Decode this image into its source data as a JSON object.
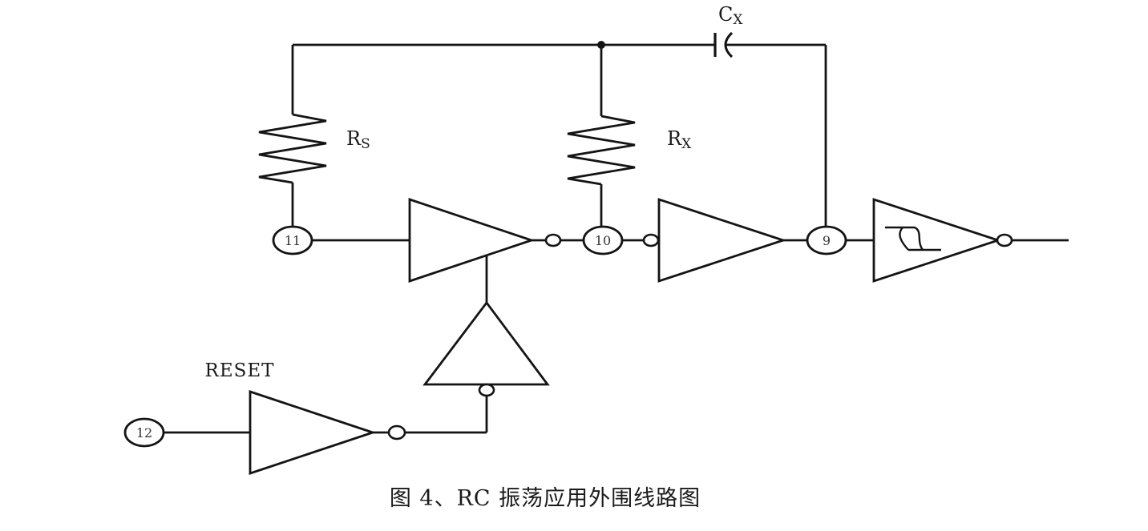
{
  "figure": {
    "caption": "图 4、RC 振荡应用外围线路图"
  },
  "labels": {
    "capacitor": {
      "main": "C",
      "sub": "X"
    },
    "resistor_s": {
      "main": "R",
      "sub": "S"
    },
    "resistor_x": {
      "main": "R",
      "sub": "X"
    },
    "reset": "RESET"
  },
  "pins": {
    "p11": "11",
    "p10": "10",
    "p9": "9",
    "p12": "12"
  },
  "colors": {
    "line": "#141414",
    "background": "#ffffff"
  }
}
